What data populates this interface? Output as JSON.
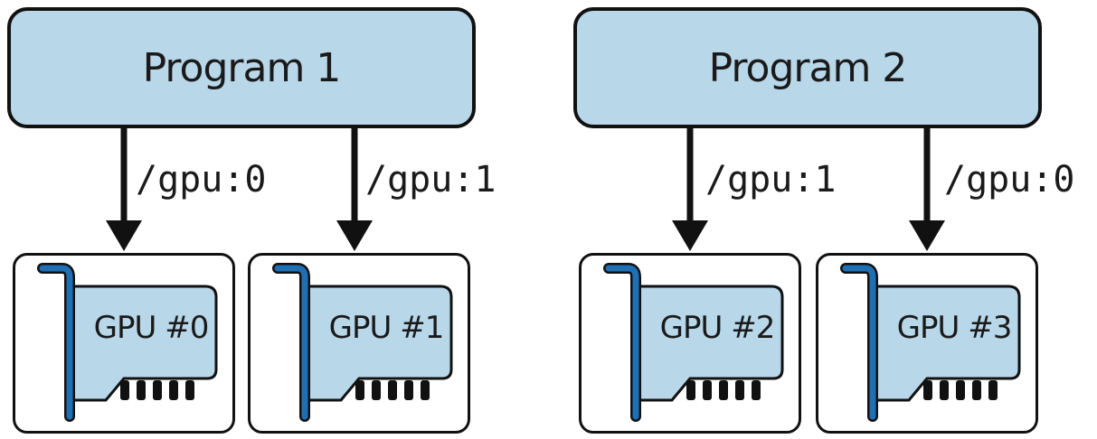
{
  "programs": [
    {
      "title": "Program 1"
    },
    {
      "title": "Program 2"
    }
  ],
  "device_labels": {
    "p1_a": "/gpu:0",
    "p1_b": "/gpu:1",
    "p2_a": "/gpu:1",
    "p2_b": "/gpu:0"
  },
  "gpus": [
    {
      "label": "GPU #0"
    },
    {
      "label": "GPU #1"
    },
    {
      "label": "GPU #2"
    },
    {
      "label": "GPU #3"
    }
  ],
  "colors": {
    "program_fill": "#b8d7e9",
    "card_fill": "#b8d7e9",
    "bracket_blue": "#1f6fb5",
    "outline": "#111111"
  }
}
